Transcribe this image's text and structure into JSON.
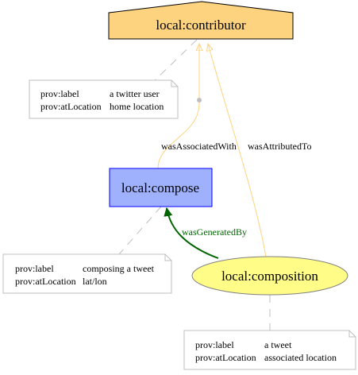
{
  "colors": {
    "agent_fill": "#fed37f",
    "activity_fill": "#9fb1fc",
    "activity_stroke": "#0000ff",
    "entity_fill": "#fffc87",
    "entity_stroke": "#808080",
    "attribution_edge": "#fed37f",
    "generation_edge": "#006400",
    "note_stroke": "#bfbfbf",
    "dash": "#bfbfbf"
  },
  "nodes": {
    "contributor": {
      "label": "local:contributor",
      "shape": "house"
    },
    "compose": {
      "label": "local:compose",
      "shape": "box"
    },
    "composition": {
      "label": "local:composition",
      "shape": "ellipse"
    }
  },
  "edges": {
    "associated": {
      "label": "wasAssociatedWith"
    },
    "attributed": {
      "label": "wasAttributedTo"
    },
    "generated": {
      "label": "wasGeneratedBy"
    }
  },
  "notes": {
    "contributor": {
      "rows": [
        {
          "key": "prov:label",
          "value": "a twitter user"
        },
        {
          "key": "prov:atLocation",
          "value": "home location"
        }
      ]
    },
    "compose": {
      "rows": [
        {
          "key": "prov:label",
          "value": "composing a tweet"
        },
        {
          "key": "prov:atLocation",
          "value": "lat/lon"
        }
      ]
    },
    "composition": {
      "rows": [
        {
          "key": "prov:label",
          "value": "a tweet"
        },
        {
          "key": "prov:atLocation",
          "value": "associated location"
        }
      ]
    }
  }
}
